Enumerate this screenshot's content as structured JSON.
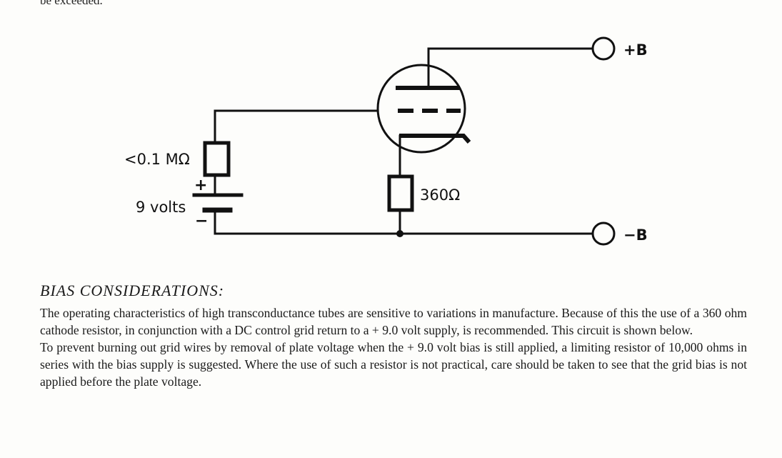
{
  "page": {
    "top_fragment": "be exceeded.",
    "heading": "BIAS CONSIDERATIONS:",
    "paragraphs": [
      "The operating characteristics of high transconductance tubes are sensitive to variations in manufacture. Because of this the use of a 360 ohm cathode resistor, in conjunction with a DC control grid return to a + 9.0 volt supply, is recommended. This circuit is shown below.",
      "To prevent burning out grid wires by removal of plate voltage when the + 9.0 volt bias is still applied, a limiting resistor of 10,000 ohms in series with the bias supply is suggested. Where the use of such a resistor is not practical, care should be taken to see that the grid bias is not applied before the plate voltage."
    ]
  },
  "diagram": {
    "grid_resistor_label": "<0.1 MΩ",
    "battery_plus": "+",
    "battery_minus": "−",
    "battery_label": "9 volts",
    "cathode_resistor_label": "360Ω",
    "terminal_plus_label": "+B",
    "terminal_minus_label": "−B"
  }
}
